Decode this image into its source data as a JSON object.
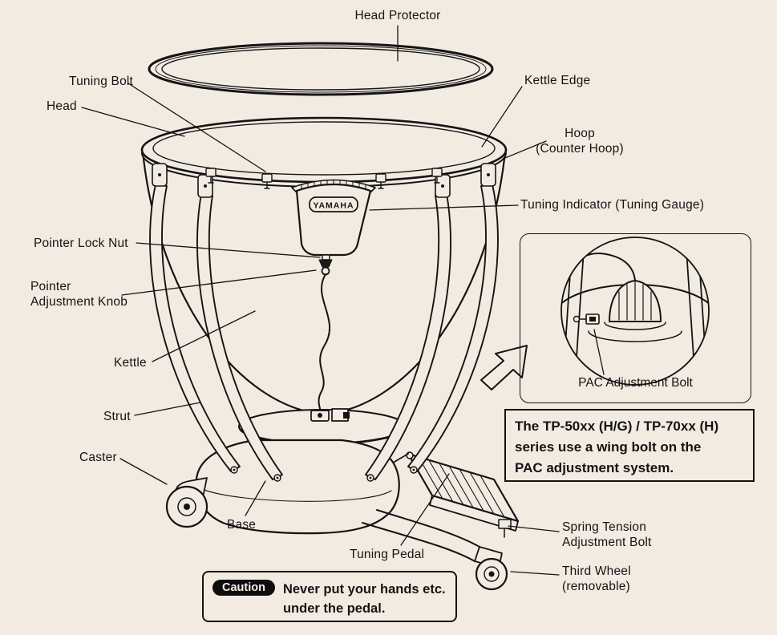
{
  "page": {
    "bg": "#f2ebe2",
    "ink": "#141414"
  },
  "labels": {
    "head_protector": "Head Protector",
    "tuning_bolt": "Tuning Bolt",
    "head": "Head",
    "kettle_edge": "Kettle Edge",
    "hoop": "Hoop\n(Counter Hoop)",
    "tuning_indicator": "Tuning Indicator (Tuning Gauge)",
    "pointer_lock_nut": "Pointer Lock Nut",
    "pointer_adjustment_knob": "Pointer\nAdjustment Knob",
    "kettle": "Kettle",
    "strut": "Strut",
    "caster": "Caster",
    "base": "Base",
    "tuning_pedal": "Tuning Pedal",
    "spring_tension": "Spring Tension\nAdjustment Bolt",
    "third_wheel": "Third Wheel\n(removable)"
  },
  "drum": {
    "brand": "YAMAHA"
  },
  "inset": {
    "pac_label": "PAC Adjustment Bolt",
    "note": "The TP-50xx (H/G) / TP-70xx (H)\nseries use a wing bolt on the\nPAC adjustment system."
  },
  "caution": {
    "badge": "Caution",
    "text": "Never put your hands etc.\nunder the pedal."
  }
}
